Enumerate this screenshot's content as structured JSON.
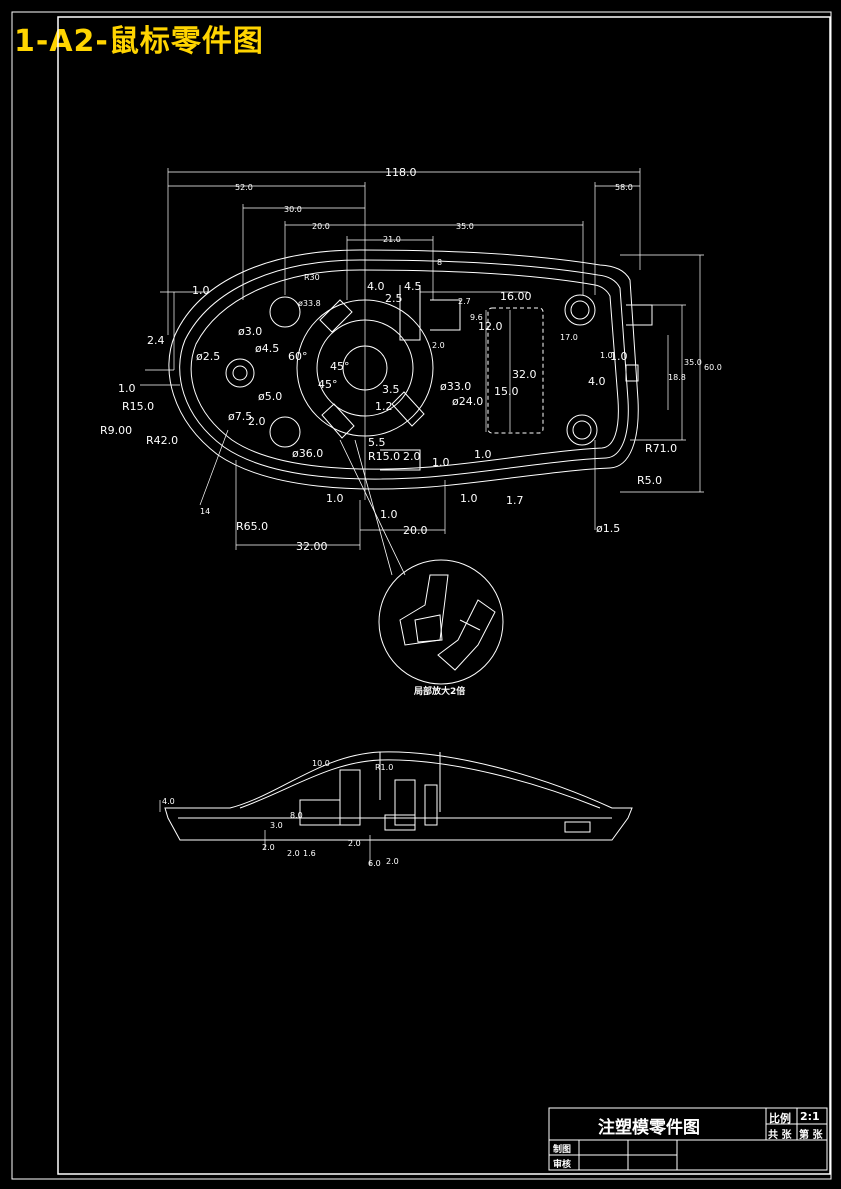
{
  "title": "1-A2-鼠标零件图",
  "plan_view": {
    "dimensions": {
      "overall_width": "118.0",
      "left_span": "52.0",
      "right_span": "58.0",
      "d30": "30.0",
      "d20": "20.0",
      "d21": "21.0",
      "d35": "35.0",
      "d8": "8",
      "d4": "4.0",
      "d45a": "4.5",
      "d25": "2.5",
      "d27": "2.7",
      "d16": "16.00",
      "d96": "9.6",
      "d12": "12.0",
      "d20b": "2.0",
      "d10": "1.0",
      "d10b": "1.0",
      "d32v": "32.0",
      "d15v": "15.0",
      "d17": "17.0",
      "d10c": "1.0",
      "d188": "18.8",
      "d350": "35.0",
      "d600": "60.0",
      "d40": "4.0",
      "d24": "2.4",
      "d10d": "1.0",
      "d10e": "1.0",
      "d338": "ø33.8",
      "d30c": "ø3.0",
      "d45": "ø4.5",
      "d25c": "ø2.5",
      "d5": "ø5.0",
      "a60": "60°",
      "a45": "45°",
      "a45b": "45°",
      "d35c": "3.5",
      "d12c": "1.2",
      "d330": "ø33.0",
      "d240": "ø24.0",
      "d360": "ø36.0",
      "d55": "5.5",
      "r15b": "R15.0",
      "d20c": "2.0",
      "d75": "ø7.5",
      "d20d": "2.0",
      "d300r": "R30",
      "r150": "R15.0",
      "r90": "R9.00",
      "r420": "R42.0",
      "r650": "R65.0",
      "d3200": "32.00",
      "d10f": "1.0",
      "d10g": "1.0",
      "d200": "20.0",
      "d10h": "1.0",
      "d17b": "1.7",
      "d10i": "1.0",
      "d10j": "1.0",
      "r710": "R71.0",
      "r50": "R5.0",
      "d15c": "ø1.5",
      "d14": "14"
    }
  },
  "detail_view": {
    "label": "局部放大2倍"
  },
  "side_view": {
    "dimensions": {
      "h10": "10.0",
      "h40": "4.0",
      "r10": "R1.0",
      "s20a": "2.0",
      "s20b": "2.0",
      "s60": "6.0",
      "s20c": "2.0",
      "s8a": "8.0",
      "s16": "1.6",
      "s30": "3.0",
      "s20d": "2.0"
    }
  },
  "title_block": {
    "name": "注塑模零件图",
    "scale_label": "比例",
    "scale_value": "2:1",
    "sheets_total": "共 张",
    "sheet_no": "第 张",
    "drawn_label": "制图",
    "checked_label": "审核"
  }
}
